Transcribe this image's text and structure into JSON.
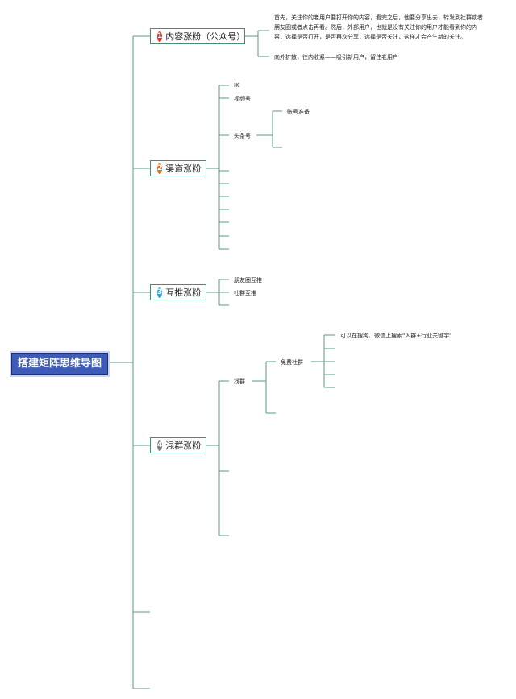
{
  "root": {
    "label": "搭建矩阵思维导图"
  },
  "branches": [
    {
      "badge": "1",
      "badge_color": "#d9352b",
      "label": "内容涨粉（公众号）",
      "notes": [
        "首先，关注你的老用户要打开你的内容，看完之后，他要分享出去，转发到社群或者朋友圈或者点击再看。然后，外部用户，也就是没有关注你的用户才能看到你的内容，选择是否打开，是否再次分享，选择是否关注，这样才会产生新的关注。",
        "向外扩散，往内收紧——吸引新用户，留住老用户"
      ]
    },
    {
      "badge": "2",
      "badge_color": "#e26d1b",
      "label": "渠道涨粉",
      "items": [
        "IK",
        "视频号",
        "头条号"
      ],
      "sub_items": [
        "账号准备"
      ]
    },
    {
      "badge": "3",
      "badge_color": "#2e9ed8",
      "label": "互推涨粉",
      "items": [
        "朋友圈互推",
        "社群互推"
      ]
    },
    {
      "badge": "4",
      "badge_color": "#7f7f7f",
      "label": "混群涨粉",
      "items": [
        "找群"
      ],
      "sub_items": [
        "免费社群"
      ],
      "deep_items": [
        "可以在搜狗、微信上搜索\"入群+行业关键字\""
      ]
    }
  ],
  "colors": {
    "line": "#5c9a7c",
    "root_bg": "#3f5bb8"
  }
}
